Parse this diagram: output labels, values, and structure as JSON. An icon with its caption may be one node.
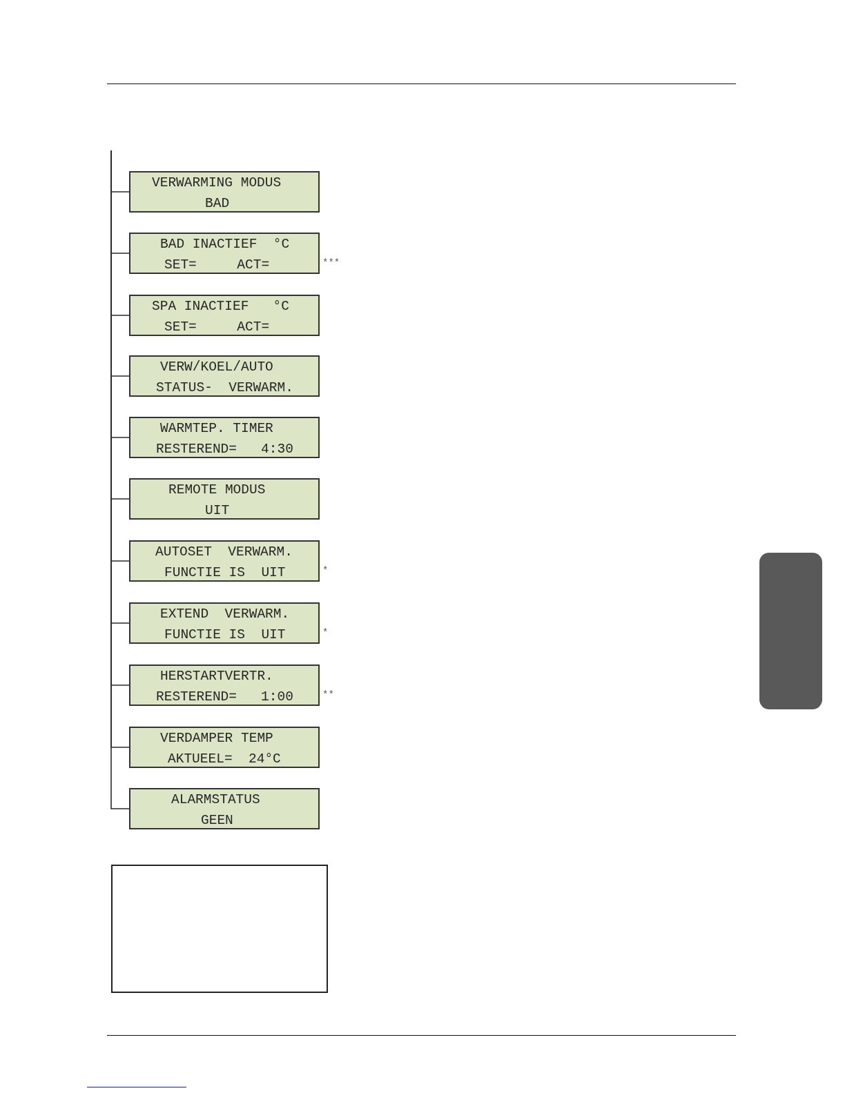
{
  "diagram": {
    "nodes": [
      {
        "text": [
          "VERWARMING MODUS",
          "BAD"
        ]
      },
      {
        "text": [
          "BAD INACTIEF  °C",
          "SET=     ACT="
        ],
        "beside": [
          "***"
        ]
      },
      {
        "text": [
          "SPA INACTIEF   °C",
          "SET=     ACT="
        ]
      },
      {
        "text": [
          "VERW/KOEL/AUTO",
          "STATUS-  VERWARM."
        ]
      },
      {
        "text": [
          "WARMTEP. TIMER",
          "RESTEREND=   4:30"
        ]
      },
      {
        "text": [
          "REMOTE MODUS",
          "UIT"
        ]
      },
      {
        "text": [
          "AUTOSET  VERWARM.",
          "FUNCTIE IS  UIT"
        ],
        "beside": [
          "*"
        ]
      },
      {
        "text": [
          "EXTEND  VERWARM.",
          "FUNCTIE IS  UIT"
        ],
        "beside": [
          "*"
        ]
      },
      {
        "text": [
          "HERSTARTVERTR.",
          "RESTEREND=   1:00"
        ],
        "beside": [
          "**"
        ]
      },
      {
        "text": [
          "VERDAMPER TEMP",
          "AKTUEEL=  24°C"
        ]
      },
      {
        "text": [
          "ALARMSTATUS",
          "GEEN"
        ]
      },
      {
        "text": [],
        "shape": "box"
      },
      {
        "text": [],
        "shape": "bar"
      }
    ],
    "edges": [
      {
        "from": null,
        "to": 0,
        "arrow": "none"
      },
      {
        "from": null,
        "to": 1,
        "arrow": "none"
      },
      {
        "from": null,
        "to": 2,
        "arrow": "none"
      },
      {
        "from": null,
        "to": 3,
        "arrow": "none"
      },
      {
        "from": null,
        "to": 4,
        "arrow": "none"
      },
      {
        "from": null,
        "to": 5,
        "arrow": "none"
      },
      {
        "from": null,
        "to": 6,
        "arrow": "none"
      },
      {
        "from": null,
        "to": 7,
        "arrow": "none"
      },
      {
        "from": null,
        "to": 8,
        "arrow": "none"
      },
      {
        "from": null,
        "to": 9,
        "arrow": "none"
      },
      {
        "from": null,
        "to": 10,
        "arrow": "none"
      }
    ]
  }
}
